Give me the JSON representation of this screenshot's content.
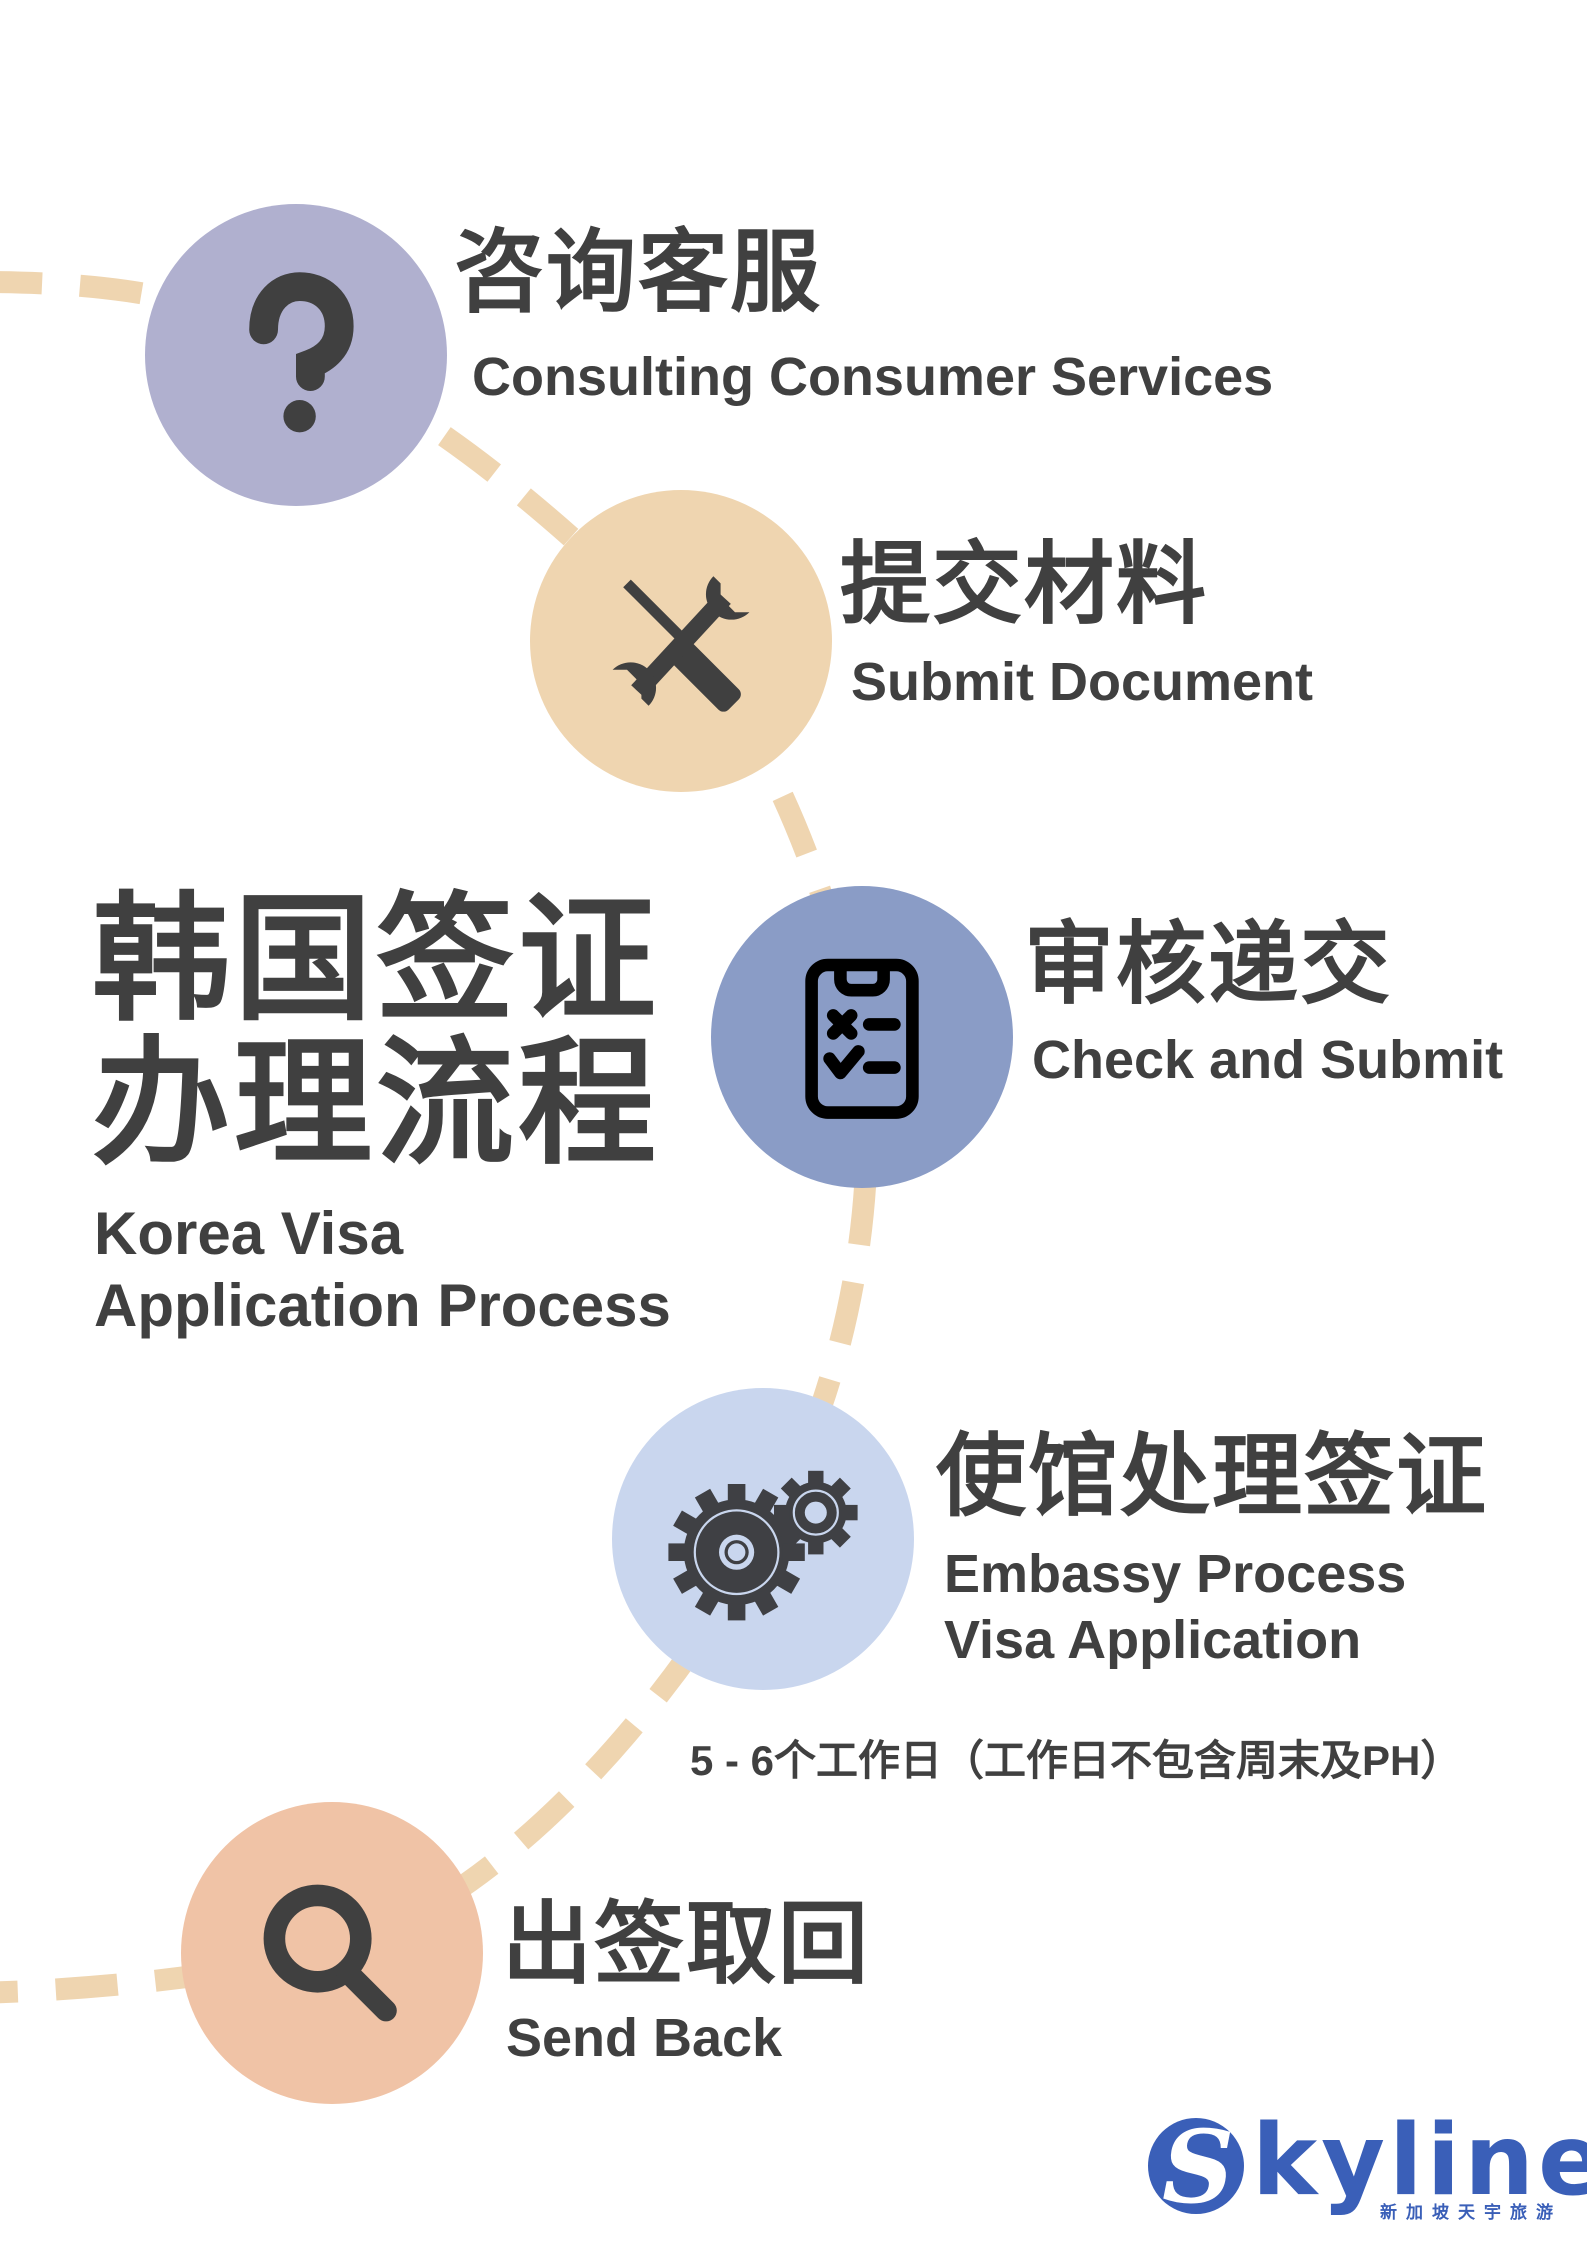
{
  "title": {
    "zh_line1": "韩国签证",
    "zh_line2": "办理流程",
    "en_line1": "Korea Visa",
    "en_line2": "Application Process"
  },
  "steps": [
    {
      "zh": "咨询客服",
      "en": "Consulting Consumer Services",
      "icon": "question-mark-icon",
      "color": "#b0b0cf"
    },
    {
      "zh": "提交材料",
      "en": "Submit Document",
      "icon": "wrench-screwdriver-icon",
      "color": "#efd5b0"
    },
    {
      "zh": "审核递交",
      "en": "Check and Submit",
      "icon": "clipboard-checklist-icon",
      "color": "#8a9cc6"
    },
    {
      "zh": "使馆处理签证",
      "en_line1": "Embassy Process",
      "en_line2": "Visa Application",
      "icon": "gears-icon",
      "color": "#c9d6ee",
      "note": "5 - 6个工作日（工作日不包含周末及PH）"
    },
    {
      "zh": "出签取回",
      "en": "Send Back",
      "icon": "magnifier-icon",
      "color": "#f0c3a6"
    }
  ],
  "logo": {
    "initial": "S",
    "word": "kyline",
    "subtitle": "新加坡天宇旅游",
    "color": "#3a5fb8"
  },
  "colors": {
    "text": "#404040",
    "path": "#efd5b0",
    "icon": "#404040"
  }
}
